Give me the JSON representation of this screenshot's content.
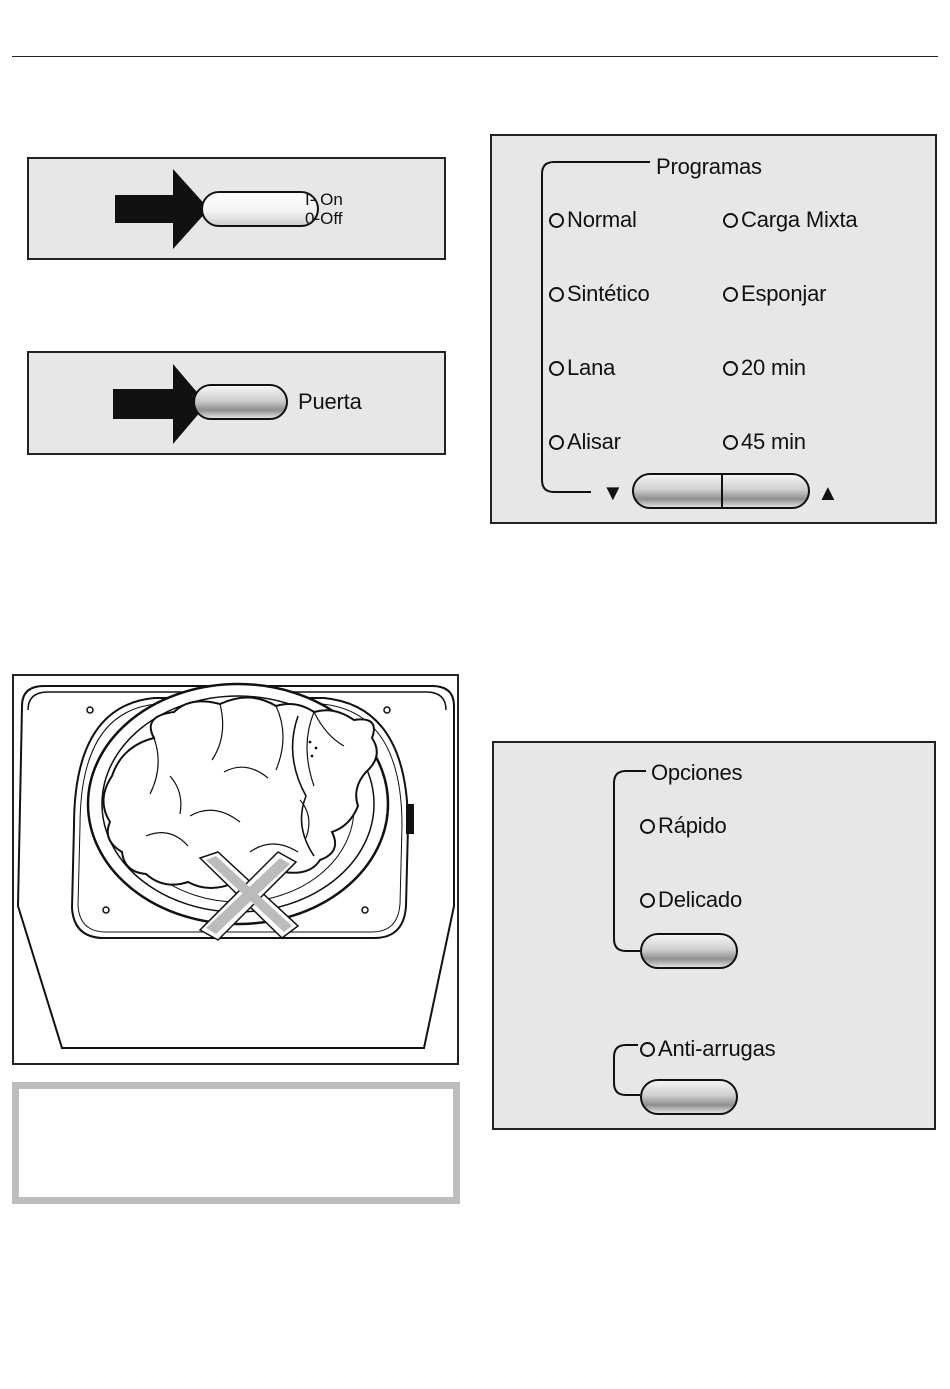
{
  "power_panel": {
    "label_on": "I- On",
    "label_off": "0-Off"
  },
  "door_panel": {
    "label": "Puerta"
  },
  "programs_panel": {
    "title": "Programas",
    "left_column": [
      "Normal",
      "Sintético",
      "Lana",
      "Alisar"
    ],
    "right_column": [
      "Carga Mixta",
      "Esponjar",
      "20 min",
      "45 min"
    ],
    "down_symbol": "▼",
    "up_symbol": "▲"
  },
  "options_panel": {
    "title": "Opciones",
    "items": [
      "Rápido",
      "Delicado"
    ],
    "anti_wrinkle": "Anti-arrugas"
  },
  "icons": {
    "arrow": "arrow-right-icon",
    "indicator": "indicator-ring-icon",
    "dryer": "dryer-drum-illustration",
    "no_overload": "cross-mark-icon"
  }
}
